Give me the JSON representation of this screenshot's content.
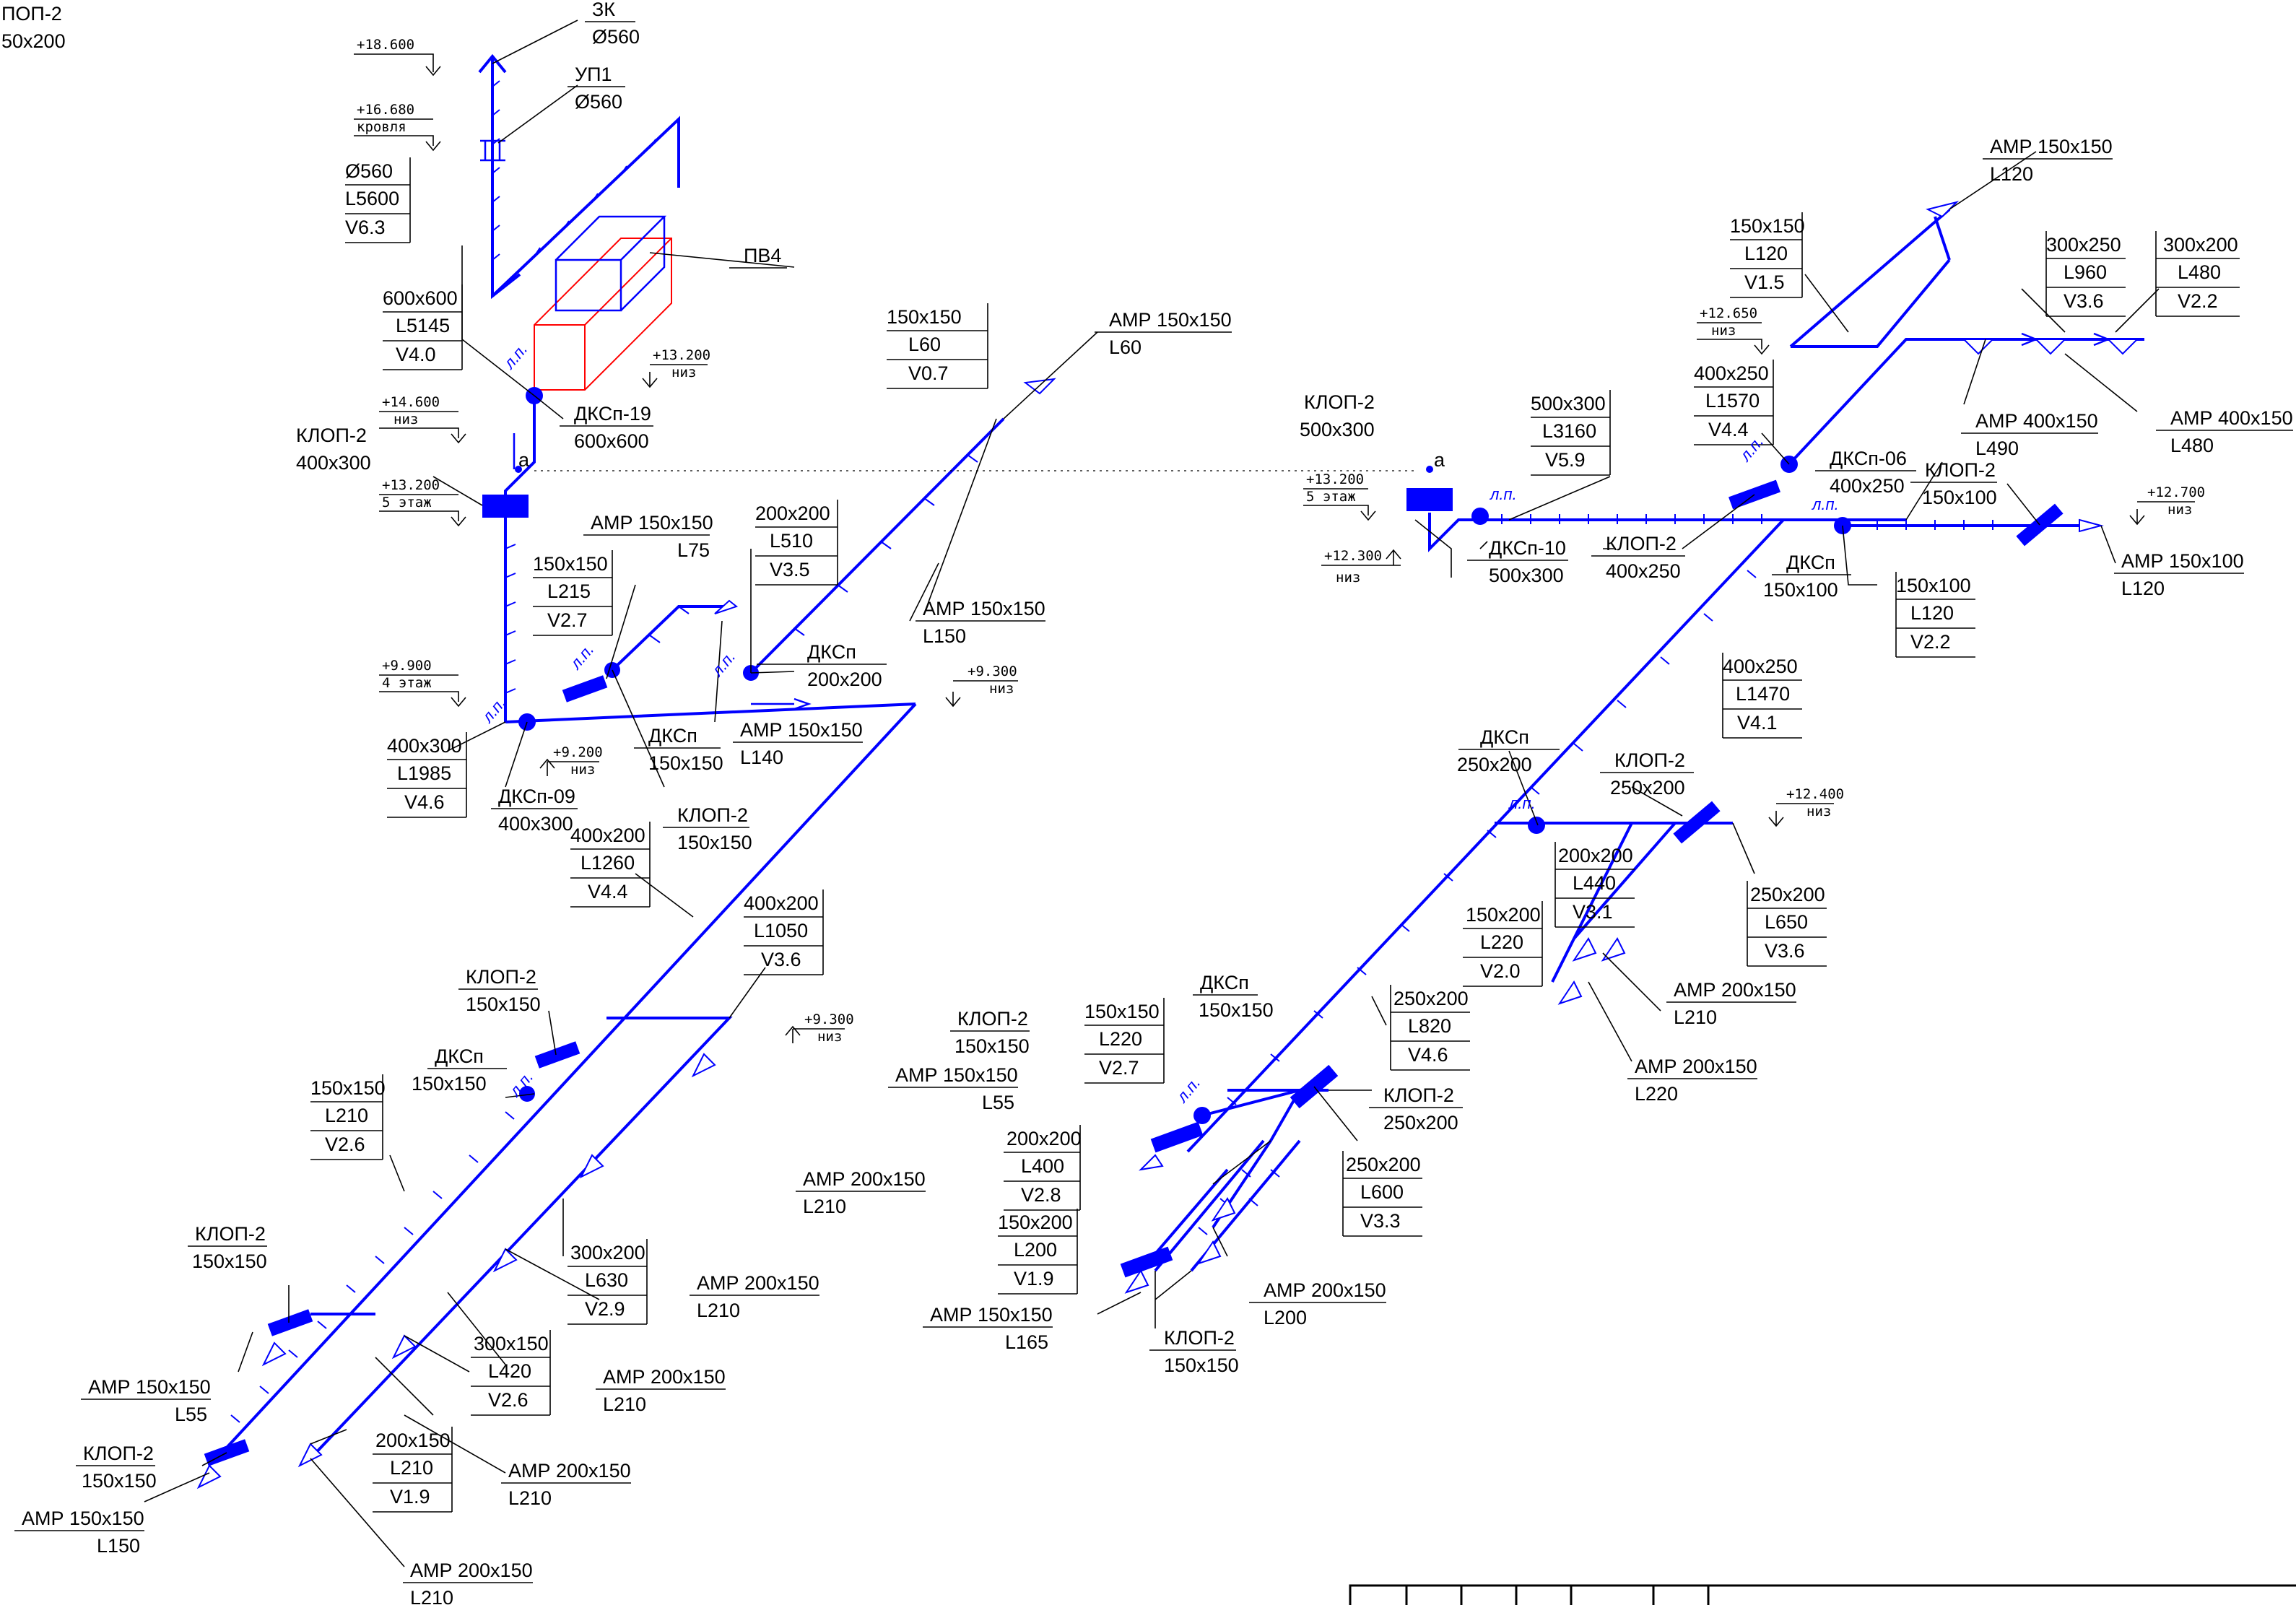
{
  "corner_labels": [
    "ПОП-2",
    "50x200"
  ],
  "elevations": [
    {
      "value": "+18.600",
      "note": ""
    },
    {
      "value": "+16.680",
      "note": "кровля"
    },
    {
      "value": "+14.600",
      "note": "низ"
    },
    {
      "value": "+13.200",
      "note": "5 этаж"
    },
    {
      "value": "+13.200",
      "note": "низ"
    },
    {
      "value": "+9.900",
      "note": "4 этаж"
    },
    {
      "value": "+9.300",
      "note": "низ"
    },
    {
      "value": "+9.200",
      "note": "низ"
    },
    {
      "value": "+9.300",
      "note": "низ"
    },
    {
      "value": "+13.200",
      "note": "5 этаж"
    },
    {
      "value": "+12.300",
      "note": "низ"
    },
    {
      "value": "+12.650",
      "note": "низ"
    },
    {
      "value": "+12.700",
      "note": "низ"
    },
    {
      "value": "+12.400",
      "note": "низ"
    }
  ],
  "callouts": [
    {
      "lines": [
        "ЗК",
        "Ø560"
      ]
    },
    {
      "lines": [
        "УП1",
        "Ø560"
      ]
    },
    {
      "lines": [
        "ПВ4"
      ]
    },
    {
      "lines": [
        "ДКСп-19",
        "600x600"
      ]
    },
    {
      "lines": [
        "КЛОП-2",
        "400x300"
      ]
    },
    {
      "lines": [
        "ДКСп-09",
        "400x300"
      ]
    },
    {
      "lines": [
        "АМР 150x150",
        "L75"
      ]
    },
    {
      "lines": [
        "ДКСп",
        "150x150"
      ]
    },
    {
      "lines": [
        "КЛОП-2",
        "150x150"
      ]
    },
    {
      "lines": [
        "ДКСп",
        "200x200"
      ]
    },
    {
      "lines": [
        "АМР 150x150",
        "L140"
      ]
    },
    {
      "lines": [
        "АМР 150x150",
        "L150"
      ]
    },
    {
      "lines": [
        "АМР 150x150",
        "L60"
      ]
    },
    {
      "lines": [
        "КЛОП-2",
        "150x150"
      ]
    },
    {
      "lines": [
        "ДКСп",
        "150x150"
      ]
    },
    {
      "lines": [
        "АМР 200x150",
        "L210"
      ]
    },
    {
      "lines": [
        "АМР 200x150",
        "L210"
      ]
    },
    {
      "lines": [
        "АМР 200x150",
        "L210"
      ]
    },
    {
      "lines": [
        "АМР 200x150",
        "L210"
      ]
    },
    {
      "lines": [
        "АМР 200x150",
        "L210"
      ]
    },
    {
      "lines": [
        "КЛОП-2",
        "150x150"
      ]
    },
    {
      "lines": [
        "АМР 150x150",
        "L55"
      ]
    },
    {
      "lines": [
        "КЛОП-2",
        "150x150"
      ]
    },
    {
      "lines": [
        "АМР 150x150",
        "L150"
      ]
    },
    {
      "lines": [
        "КЛОП-2",
        "500x300"
      ]
    },
    {
      "lines": [
        "ДКСп-10",
        "500x300"
      ]
    },
    {
      "lines": [
        "КЛОП-2",
        "400x250"
      ]
    },
    {
      "lines": [
        "ДКСп-06",
        "400x250"
      ]
    },
    {
      "lines": [
        "ДКСп",
        "150x100"
      ]
    },
    {
      "lines": [
        "КЛОП-2",
        "150x100"
      ]
    },
    {
      "lines": [
        "АМР 150x100",
        "L120"
      ]
    },
    {
      "lines": [
        "АМР 150x150",
        "L120"
      ]
    },
    {
      "lines": [
        "АМР 400x150",
        "L490"
      ]
    },
    {
      "lines": [
        "АМР 400x150",
        "L480"
      ]
    },
    {
      "lines": [
        "ДКСп",
        "250x200"
      ]
    },
    {
      "lines": [
        "КЛОП-2",
        "250x200"
      ]
    },
    {
      "lines": [
        "АМР 200x150",
        "L210"
      ]
    },
    {
      "lines": [
        "АМР 200x150",
        "L220"
      ]
    },
    {
      "lines": [
        "КЛОП-2",
        "150x150"
      ]
    },
    {
      "lines": [
        "АМР 150x150",
        "L55"
      ]
    },
    {
      "lines": [
        "ДКСп",
        "150x150"
      ]
    },
    {
      "lines": [
        "КЛОП-2",
        "250x200"
      ]
    },
    {
      "lines": [
        "АМР 200x150",
        "L200"
      ]
    },
    {
      "lines": [
        "АМР 150x150",
        "L165"
      ]
    },
    {
      "lines": [
        "КЛОП-2",
        "150x150"
      ]
    }
  ],
  "duct_tables": [
    {
      "size": "Ø560",
      "length": "L5600",
      "velocity": "V6.3"
    },
    {
      "size": "600x600",
      "length": "L5145",
      "velocity": "V4.0"
    },
    {
      "size": "150x150",
      "length": "L60",
      "velocity": "V0.7"
    },
    {
      "size": "200x200",
      "length": "L510",
      "velocity": "V3.5"
    },
    {
      "size": "150x150",
      "length": "L215",
      "velocity": "V2.7"
    },
    {
      "size": "400x300",
      "length": "L1985",
      "velocity": "V4.6"
    },
    {
      "size": "400x200",
      "length": "L1260",
      "velocity": "V4.4"
    },
    {
      "size": "400x200",
      "length": "L1050",
      "velocity": "V3.6"
    },
    {
      "size": "150x150",
      "length": "L210",
      "velocity": "V2.6"
    },
    {
      "size": "300x200",
      "length": "L630",
      "velocity": "V2.9"
    },
    {
      "size": "300x150",
      "length": "L420",
      "velocity": "V2.6"
    },
    {
      "size": "200x150",
      "length": "L210",
      "velocity": "V1.9"
    },
    {
      "size": "500x300",
      "length": "L3160",
      "velocity": "V5.9"
    },
    {
      "size": "150x150",
      "length": "L120",
      "velocity": "V1.5"
    },
    {
      "size": "400x250",
      "length": "L1570",
      "velocity": "V4.4"
    },
    {
      "size": "300x250",
      "length": "L960",
      "velocity": "V3.6"
    },
    {
      "size": "300x200",
      "length": "L480",
      "velocity": "V2.2"
    },
    {
      "size": "150x100",
      "length": "L120",
      "velocity": "V2.2"
    },
    {
      "size": "400x250",
      "length": "L1470",
      "velocity": "V4.1"
    },
    {
      "size": "200x200",
      "length": "L440",
      "velocity": "V3.1"
    },
    {
      "size": "250x200",
      "length": "L650",
      "velocity": "V3.6"
    },
    {
      "size": "150x200",
      "length": "L220",
      "velocity": "V2.0"
    },
    {
      "size": "250x200",
      "length": "L820",
      "velocity": "V4.6"
    },
    {
      "size": "150x150",
      "length": "L220",
      "velocity": "V2.7"
    },
    {
      "size": "250x200",
      "length": "L600",
      "velocity": "V3.3"
    },
    {
      "size": "200x200",
      "length": "L400",
      "velocity": "V2.8"
    },
    {
      "size": "150x200",
      "length": "L200",
      "velocity": "V1.9"
    }
  ],
  "markers": {
    "lp": "л.п.",
    "a": "а"
  },
  "colors": {
    "duct": "#0000ff",
    "unit_outline": "#ff0000",
    "text": "#000000"
  }
}
